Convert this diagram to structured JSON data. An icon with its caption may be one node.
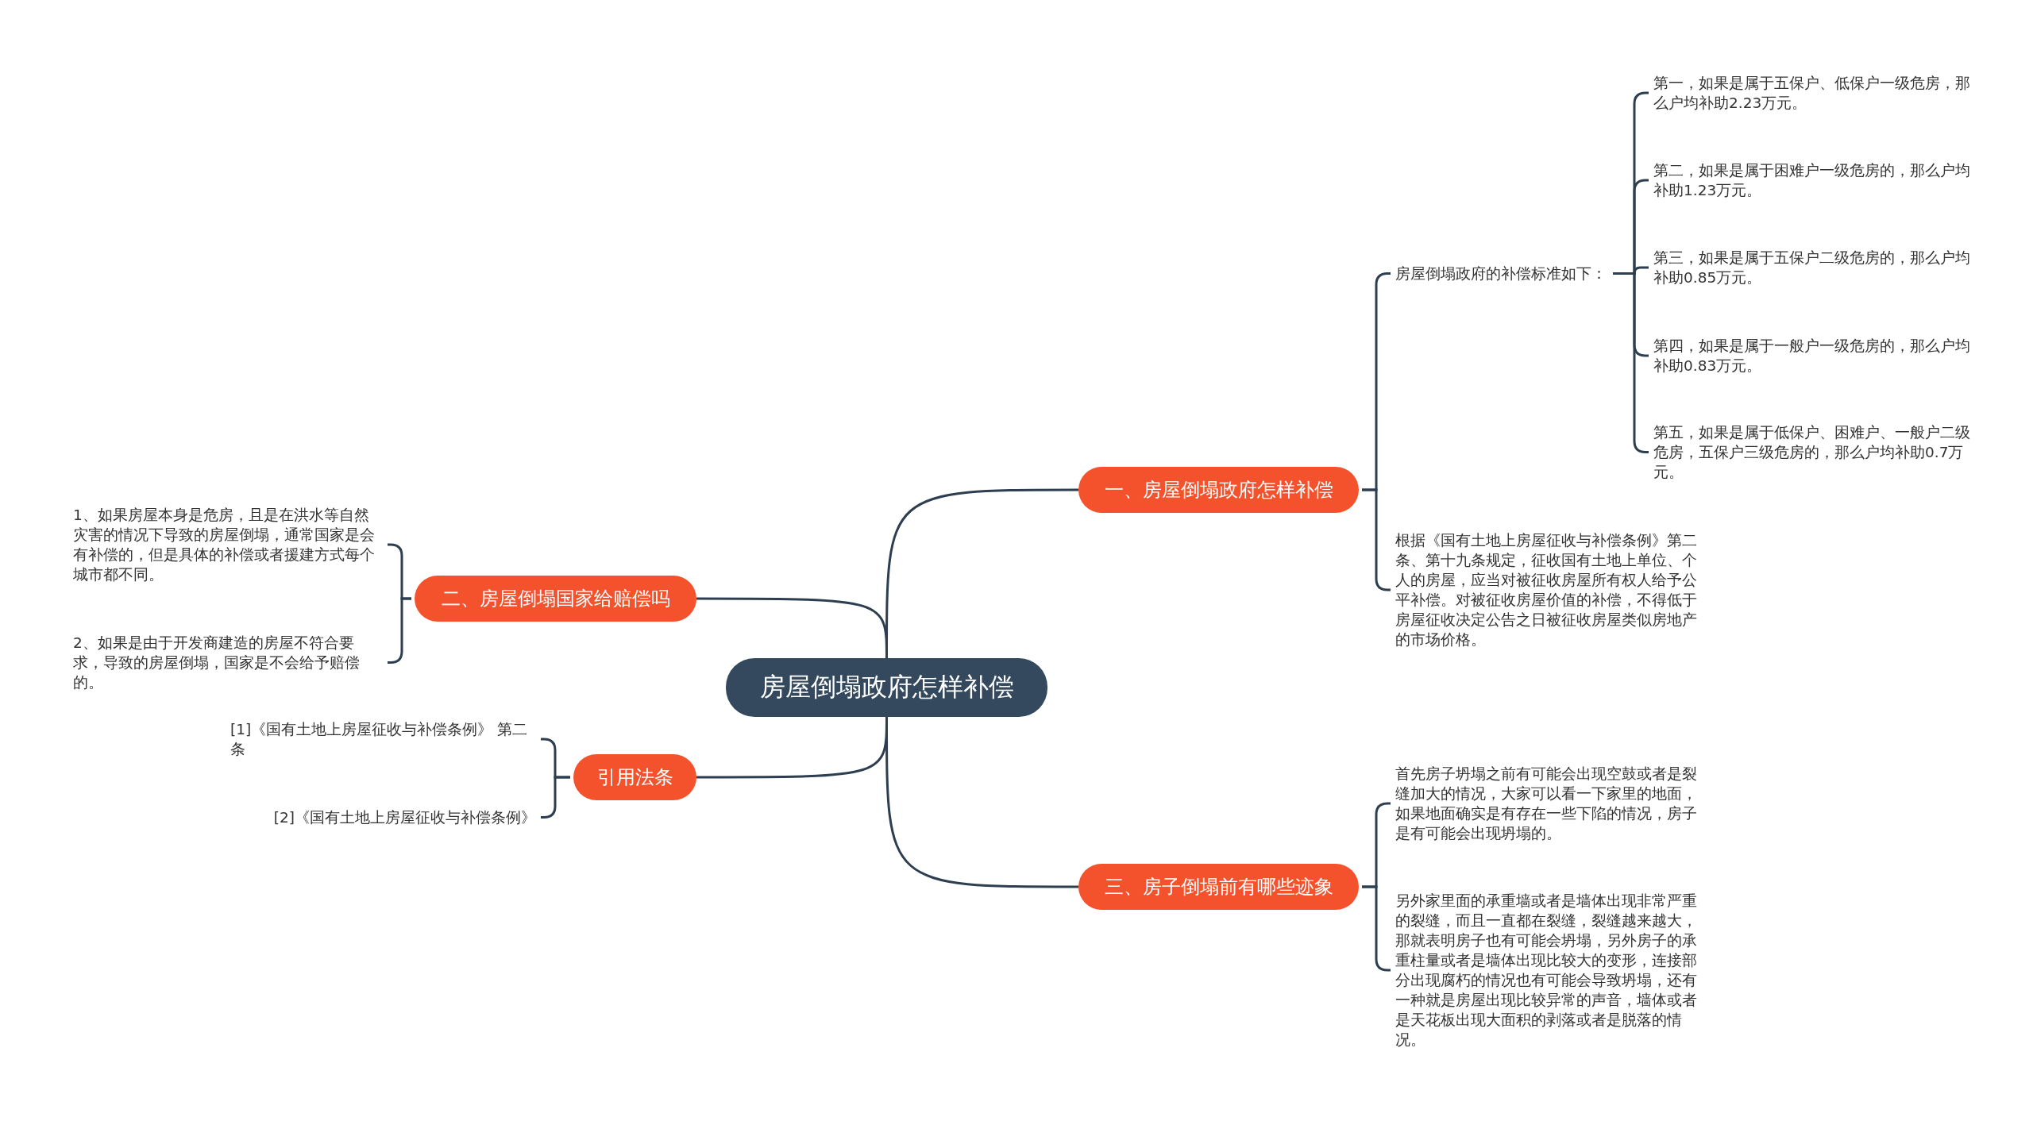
{
  "diagram": {
    "nodes": [
      {
        "text": [
          "房屋倒塌政府怎样补偿"
        ]
      },
      {
        "text": [
          "一、房屋倒塌政府怎样补偿"
        ]
      },
      {
        "text": [
          "房屋倒塌政府的补偿标准如下："
        ]
      },
      {
        "text": [
          "第一，如果是属于五保户、低保户一级危房，那么户均补助2.23万元。"
        ]
      },
      {
        "text": [
          "第二，如果是属于困难户一级危房的，那么户均补助1.23万元。"
        ]
      },
      {
        "text": [
          "第三，如果是属于五保户二级危房的，那么户均补助0.85万元。"
        ]
      },
      {
        "text": [
          "第四，如果是属于一般户一级危房的，那么户均补助0.83万元。"
        ]
      },
      {
        "text": [
          "第五，如果是属于低保户、困难户、一般户二级危房，五保户三级危房的，那么户均补助0.7万元。"
        ]
      },
      {
        "text": [
          "根据《国有土地上房屋征收与补偿条例》第二条、第十九条规定，征收国有土地上单位、个人的房屋，应当对被征收房屋所有权人给予公平补偿。对被征收房屋价值的补偿，不得低于房屋征收决定公告之日被征收房屋类似房地产的市场价格。"
        ]
      },
      {
        "text": [
          "二、房屋倒塌国家给赔偿吗"
        ]
      },
      {
        "text": [
          "1、如果房屋本身是危房，且是在洪水等自然灾害的情况下导致的房屋倒塌，通常国家是会有补偿的，但是具体的补偿或者援建方式每个城市都不同。"
        ]
      },
      {
        "text": [
          "2、如果是由于开发商建造的房屋不符合要求，导致的房屋倒塌，国家是不会给予赔偿的。"
        ]
      },
      {
        "text": [
          "引用法条"
        ]
      },
      {
        "text": [
          "[1]《国有土地上房屋征收与补偿条例》 第二条"
        ]
      },
      {
        "text": [
          "[2]《国有土地上房屋征收与补偿条例》"
        ]
      },
      {
        "text": [
          "三、房子倒塌前有哪些迹象"
        ]
      },
      {
        "text": [
          "首先房子坍塌之前有可能会出现空鼓或者是裂缝加大的情况，大家可以看一下家里的地面，如果地面确实是有存在一些下陷的情况，房子是有可能会出现坍塌的。"
        ]
      },
      {
        "text": [
          "另外家里面的承重墙或者是墙体出现非常严重的裂缝，而且一直都在裂缝，裂缝越来越大，那就表明房子也有可能会坍塌，另外房子的承重柱量或者是墙体出现比较大的变形，连接部分出现腐朽的情况也有可能会导致坍塌，还有一种就是房屋出现比较异常的声音，墙体或者是天花板出现大面积的剥落或者是脱落的情况。"
        ]
      }
    ],
    "edges": [
      {
        "from": 0,
        "to": 1,
        "arrow": "none"
      },
      {
        "from": 1,
        "to": 2,
        "arrow": "none"
      },
      {
        "from": 2,
        "to": 3,
        "arrow": "none"
      },
      {
        "from": 2,
        "to": 4,
        "arrow": "none"
      },
      {
        "from": 2,
        "to": 5,
        "arrow": "none"
      },
      {
        "from": 2,
        "to": 6,
        "arrow": "none"
      },
      {
        "from": 2,
        "to": 7,
        "arrow": "none"
      },
      {
        "from": 1,
        "to": 8,
        "arrow": "none"
      },
      {
        "from": 0,
        "to": 9,
        "arrow": "none"
      },
      {
        "from": 9,
        "to": 10,
        "arrow": "none"
      },
      {
        "from": 9,
        "to": 11,
        "arrow": "none"
      },
      {
        "from": 0,
        "to": 12,
        "arrow": "none"
      },
      {
        "from": 12,
        "to": 13,
        "arrow": "none"
      },
      {
        "from": 12,
        "to": 14,
        "arrow": "none"
      },
      {
        "from": 0,
        "to": 15,
        "arrow": "none"
      },
      {
        "from": 15,
        "to": 16,
        "arrow": "none"
      },
      {
        "from": 15,
        "to": 17,
        "arrow": "none"
      }
    ]
  }
}
